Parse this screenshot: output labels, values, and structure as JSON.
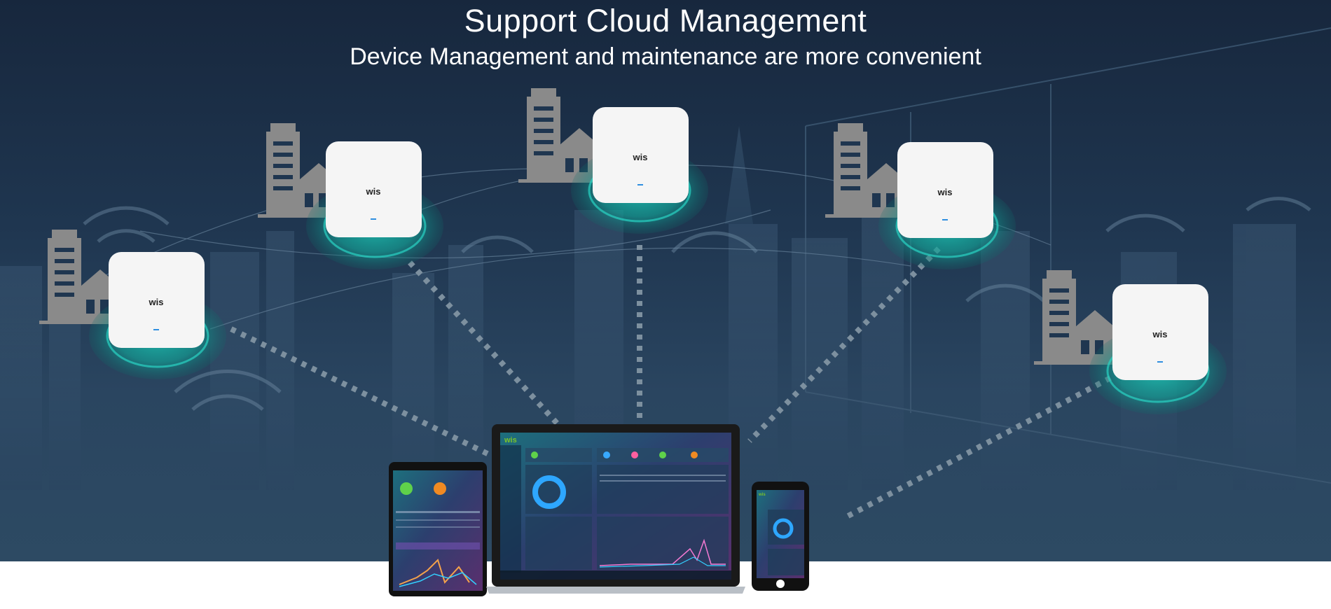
{
  "heading": {
    "title": "Support Cloud Management",
    "subtitle": "Device Management and maintenance are more convenient"
  },
  "brand": {
    "logo_text": "wis",
    "accent_color": "#7cc42a",
    "glow_color": "#1fc2b3",
    "link_color": "#7d909f"
  },
  "access_points": [
    {
      "id": "ap-1",
      "logo": "wis"
    },
    {
      "id": "ap-2",
      "logo": "wis"
    },
    {
      "id": "ap-3",
      "logo": "wis"
    },
    {
      "id": "ap-4",
      "logo": "wis"
    },
    {
      "id": "ap-5",
      "logo": "wis"
    }
  ],
  "devices": {
    "laptop_logo": "wis",
    "phone_logo": "wis"
  }
}
